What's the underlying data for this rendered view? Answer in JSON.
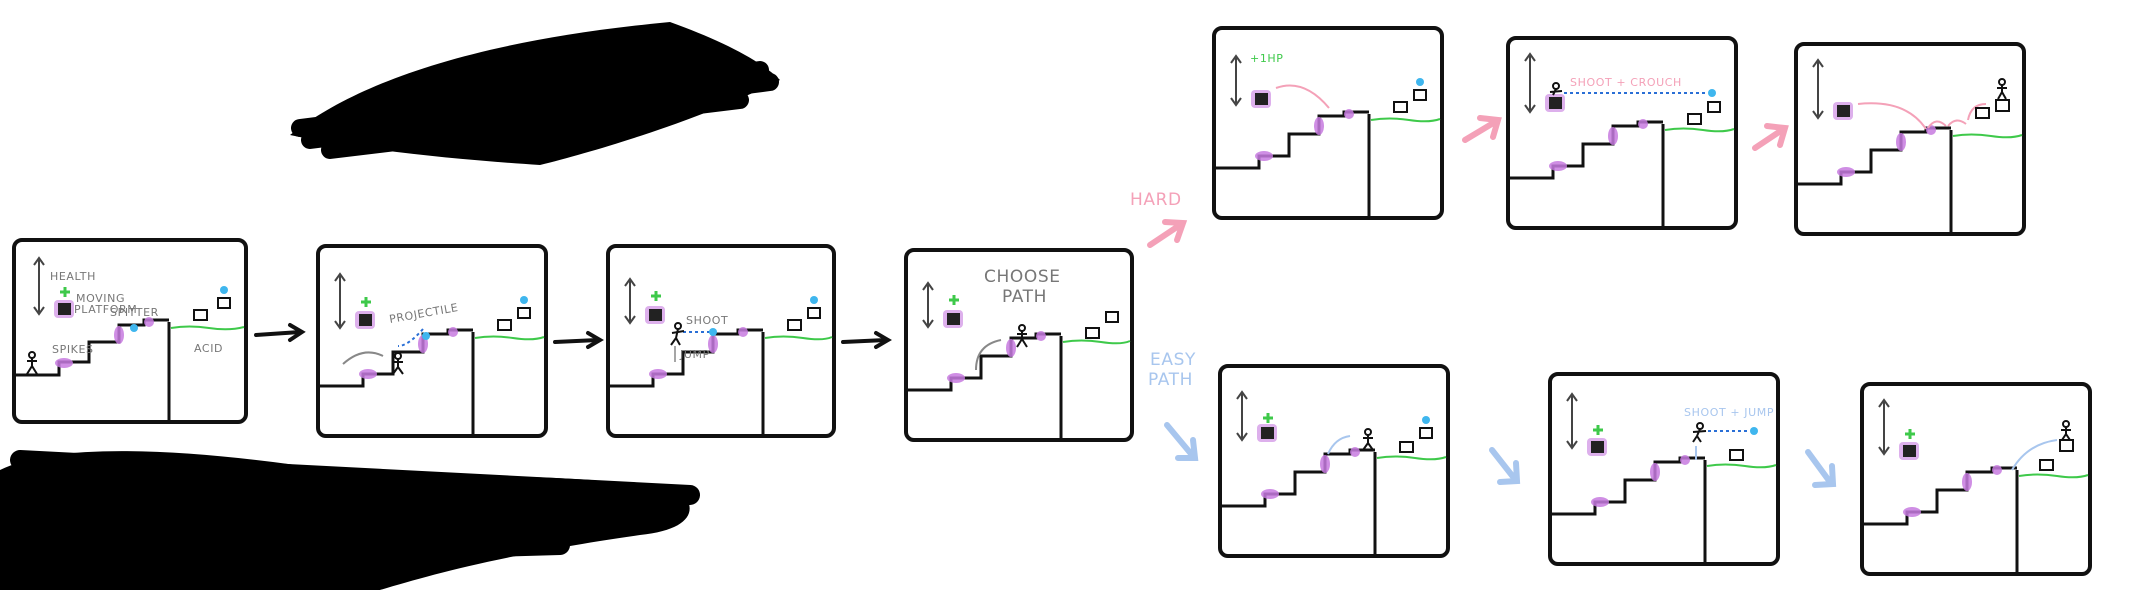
{
  "labels": {
    "health": "HEALTH",
    "moving_platform": "MOVING\nPLATFORM",
    "spitter": "SPITTER",
    "spikes": "SPIKES",
    "acid": "ACID",
    "projectile": "PROJECTILE",
    "shoot": "SHOOT",
    "jump": "JUMP",
    "choose_path": "CHOOSE\nPATH",
    "hard": "HARD",
    "easy_path": "EASY\nPATH",
    "plus_hp": "+1HP",
    "shoot_crouch": "SHOOT + CROUCH",
    "shoot_jump": "SHOOT + JUMP"
  },
  "colors": {
    "outline": "#111111",
    "spike": "#c77be0",
    "health_cross": "#3ec94a",
    "spitter_dot": "#3fb6ee",
    "acid": "#3ec94a",
    "hard_arrow": "#f4a1b8",
    "easy_arrow": "#a8c6ee",
    "label_grey": "#777777",
    "projectile_line": "#2a6fd6",
    "redaction": "#000000"
  }
}
